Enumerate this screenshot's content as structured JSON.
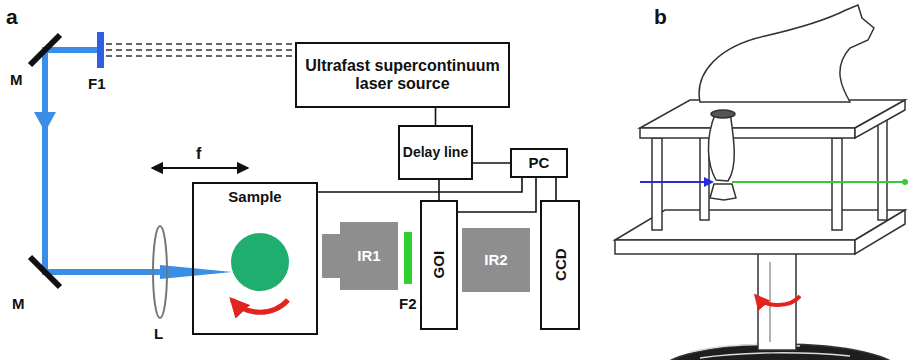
{
  "diagram": {
    "nodes": [
      {
        "text": [
          "Ultrafast supercontinuum laser source"
        ]
      },
      {
        "text": [
          "Delay line"
        ]
      },
      {
        "text": [
          "PC"
        ]
      },
      {
        "text": [
          "Sample"
        ]
      },
      {
        "text": [
          "IR1"
        ]
      },
      {
        "text": [
          "GOI"
        ]
      },
      {
        "text": [
          "IR2"
        ]
      },
      {
        "text": [
          "CCD"
        ]
      }
    ],
    "edges": [
      {
        "from": 0,
        "to": 1,
        "arrow": "none"
      },
      {
        "from": 1,
        "to": 2,
        "arrow": "none"
      },
      {
        "from": 1,
        "to": 5,
        "arrow": "none"
      },
      {
        "from": 3,
        "to": 2,
        "arrow": "none"
      },
      {
        "from": 2,
        "to": 5,
        "arrow": "none"
      },
      {
        "from": 2,
        "to": 7,
        "arrow": "none"
      }
    ],
    "labels": [
      "a",
      "b",
      "M",
      "F1",
      "M",
      "f",
      "L",
      "F2"
    ]
  }
}
